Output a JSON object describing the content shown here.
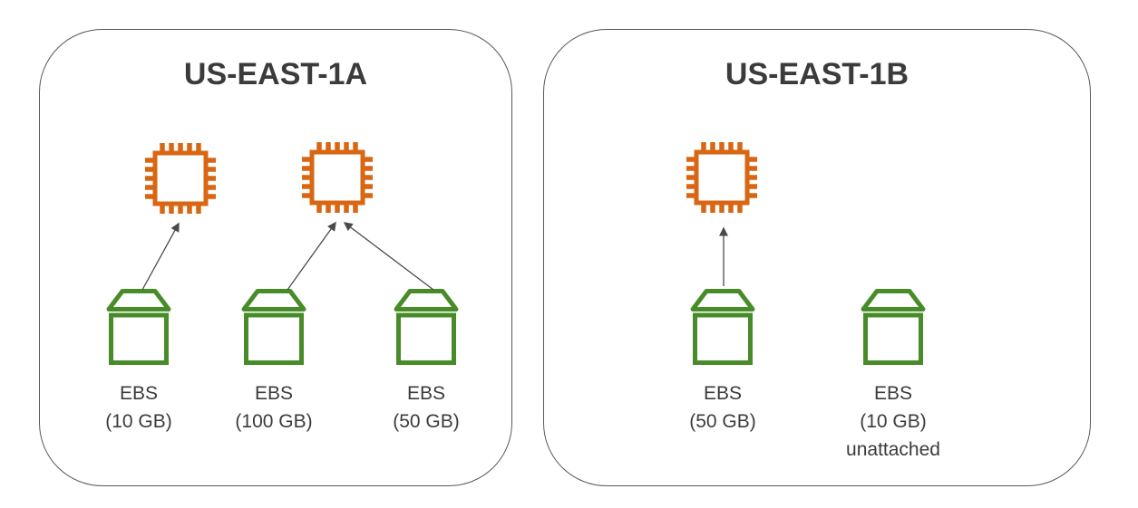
{
  "colors": {
    "instance_accent": "#D86613",
    "volume_accent": "#478C28",
    "text": "#3B3B3B",
    "zone_border": "#595959",
    "arrow": "#4A4A4A"
  },
  "zones": [
    {
      "title": "US-EAST-1A",
      "instance_count": 2,
      "volumes": [
        {
          "label": "EBS",
          "size": "(10 GB)",
          "attached": true
        },
        {
          "label": "EBS",
          "size": "(100 GB)",
          "attached": true
        },
        {
          "label": "EBS",
          "size": "(50 GB)",
          "attached": true
        }
      ]
    },
    {
      "title": "US-EAST-1B",
      "instance_count": 1,
      "volumes": [
        {
          "label": "EBS",
          "size": "(50 GB)",
          "attached": true
        },
        {
          "label": "EBS",
          "size": "(10 GB)",
          "attached": false,
          "status": "unattached"
        }
      ]
    }
  ]
}
